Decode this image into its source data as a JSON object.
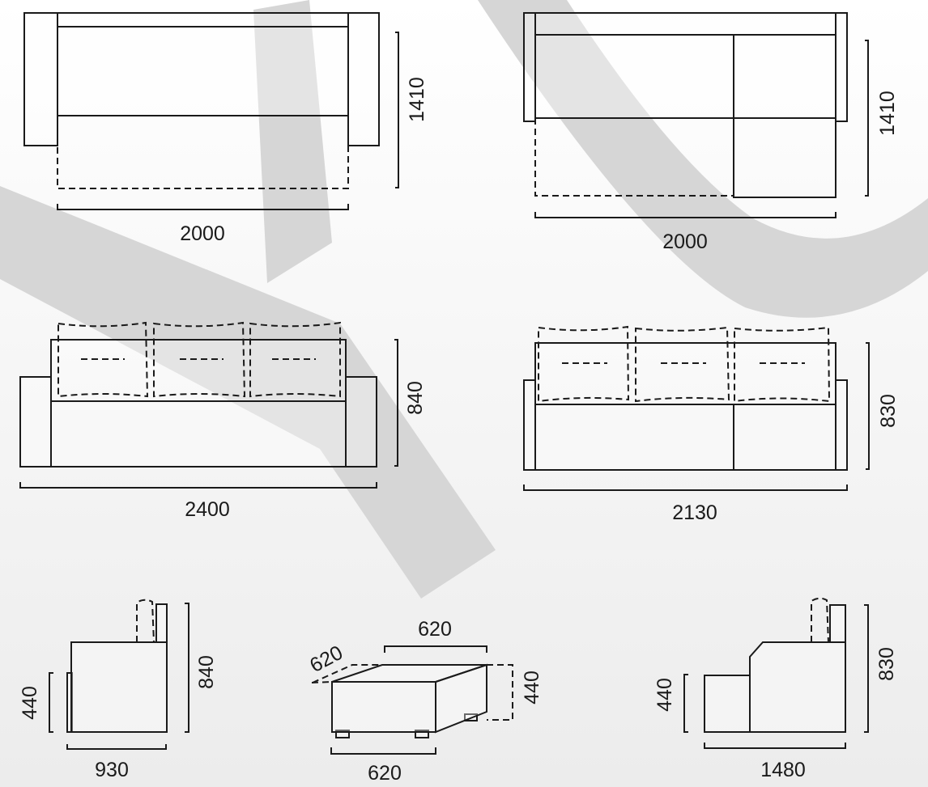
{
  "colors": {
    "background": "#f4f4f4",
    "line": "#1a1a1a",
    "watermark": "#d6d6d6"
  },
  "views": {
    "sofa_a_top": {
      "width": "2000",
      "depth": "1410"
    },
    "sofa_b_top": {
      "width": "2000",
      "depth": "1410"
    },
    "sofa_a_front": {
      "width": "2400",
      "height": "840"
    },
    "sofa_b_front": {
      "width": "2130",
      "height": "830"
    },
    "sofa_a_side": {
      "depth": "930",
      "height": "840",
      "seat_height": "440"
    },
    "pouf": {
      "width": "620",
      "depth": "620",
      "length": "620",
      "height": "440"
    },
    "sofa_b_side": {
      "depth": "1480",
      "height": "830",
      "seat_height": "440"
    }
  }
}
